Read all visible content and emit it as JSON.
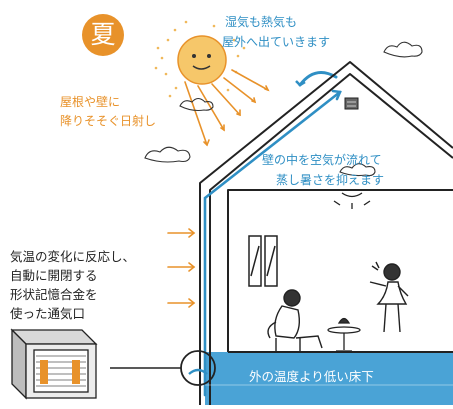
{
  "season_badge": "夏",
  "labels": {
    "exhaust_line1": "湿気も熱気も",
    "exhaust_line2": "屋外へ出ていきます",
    "sun_line1": "屋根や壁に",
    "sun_line2": "降りそそぐ日射し",
    "wall_line1": "壁の中を空気が流れて",
    "wall_line2": "蒸し暑さを抑えます",
    "vent_line1": "気温の変化に反応し、",
    "vent_line2": "自動に開閉する",
    "vent_line3": "形状記憶合金を",
    "vent_line4": "使った通気口",
    "floor_label": "外の温度より低い床下"
  },
  "colors": {
    "accent_orange": "#e8922a",
    "accent_blue": "#2f8fc4",
    "floor_band": "#4aa3d6",
    "line": "#222222"
  }
}
